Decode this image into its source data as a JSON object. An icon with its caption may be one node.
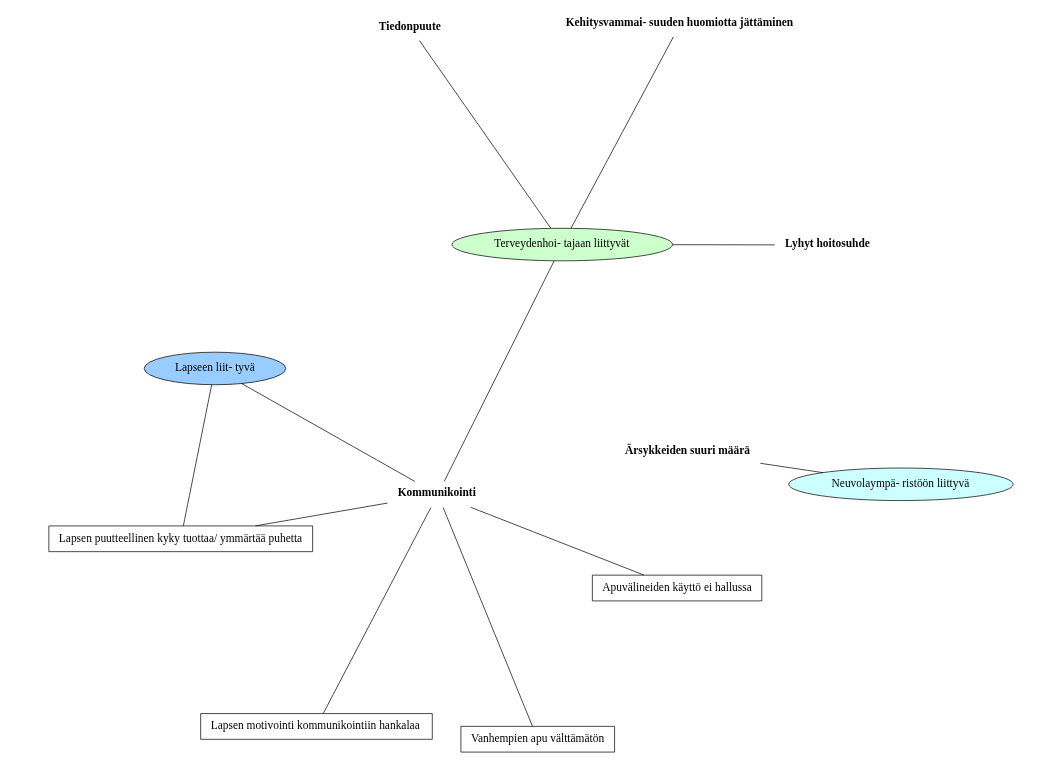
{
  "diagram": {
    "nodes": [
      {
        "text": [
          "Ärsykkeiden suuri määrä"
        ]
      },
      {
        "text": [
          "Neuvolaympä- ristöön liittyvä"
        ]
      },
      {
        "text": [
          "Tiedonpuute"
        ]
      },
      {
        "text": [
          "Terveydenhoi- tajaan liittyvät"
        ]
      },
      {
        "text": [
          "Lyhyt hoitosuhde"
        ]
      },
      {
        "text": [
          "Lapseen liit- tyvä"
        ]
      },
      {
        "text": [
          "Kehitysvammai- suuden huomiotta jättäminen"
        ]
      },
      {
        "text": [
          "Kommunikointi"
        ]
      },
      {
        "text": [
          "Lapsen puutteellinen kyky tuottaa/ ymmärtää puhetta"
        ]
      },
      {
        "text": [
          "Apuvälineiden käyttö ei hallussa"
        ]
      },
      {
        "text": [
          "Lapsen motivointi kommunikointiin hankalaa"
        ]
      },
      {
        "text": [
          "Vanhempien apu välttämätön"
        ]
      }
    ],
    "edges": [
      {
        "from": 0,
        "to": 1,
        "arrow": "none"
      },
      {
        "from": 2,
        "to": 3,
        "arrow": "none"
      },
      {
        "from": 4,
        "to": 3,
        "arrow": "none"
      },
      {
        "from": 6,
        "to": 3,
        "arrow": "none"
      },
      {
        "from": 3,
        "to": 7,
        "arrow": "none"
      },
      {
        "from": 5,
        "to": 7,
        "arrow": "none"
      },
      {
        "from": 5,
        "to": 8,
        "arrow": "none"
      },
      {
        "from": 7,
        "to": 9,
        "arrow": "none"
      },
      {
        "from": 7,
        "to": 10,
        "arrow": "none"
      },
      {
        "from": 7,
        "to": 8,
        "arrow": "none"
      },
      {
        "from": 7,
        "to": 11,
        "arrow": "none"
      }
    ]
  }
}
